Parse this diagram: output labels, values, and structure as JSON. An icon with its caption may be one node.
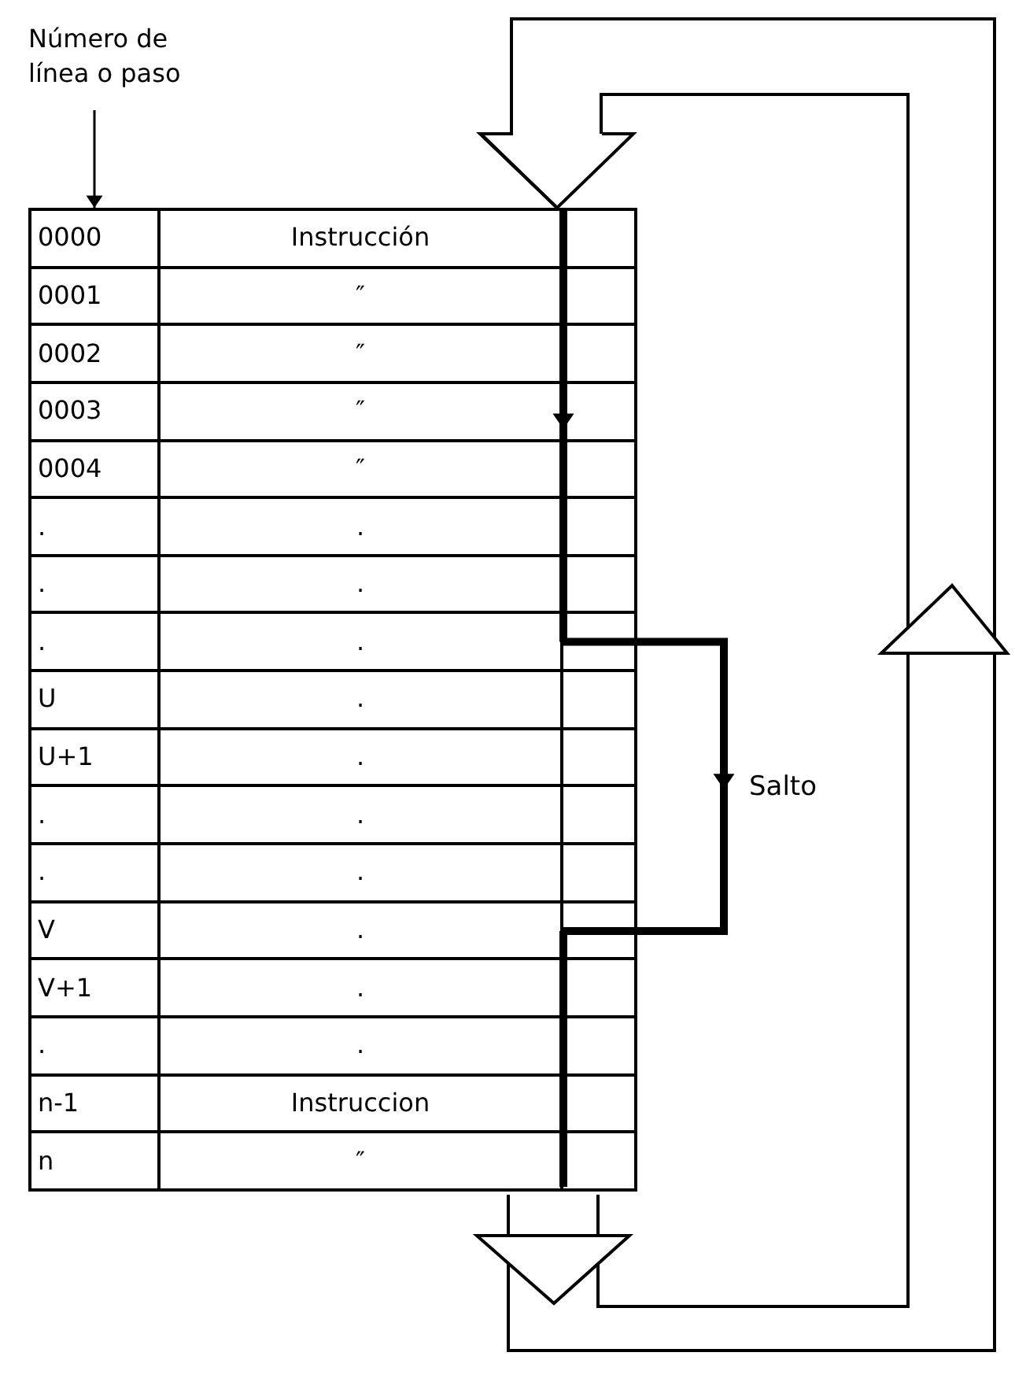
{
  "diagram": {
    "nodes": [
      {
        "text": [
          "Número de línea o paso"
        ]
      },
      {
        "text": [],
        "shape": "box"
      },
      {
        "text": [
          "0000",
          "Instrucción"
        ],
        "in": 1
      },
      {
        "text": [
          "0001",
          "″"
        ],
        "in": 1
      },
      {
        "text": [
          "0002",
          "″"
        ],
        "in": 1
      },
      {
        "text": [
          "0003",
          "″"
        ],
        "in": 1
      },
      {
        "text": [
          "0004",
          "″"
        ],
        "in": 1
      },
      {
        "text": [
          ".",
          "."
        ],
        "in": 1
      },
      {
        "text": [
          ".",
          "."
        ],
        "in": 1
      },
      {
        "text": [
          ".",
          "."
        ],
        "in": 1
      },
      {
        "text": [
          "U",
          "."
        ],
        "in": 1
      },
      {
        "text": [
          "U+1",
          "."
        ],
        "in": 1
      },
      {
        "text": [
          ".",
          "."
        ],
        "in": 1
      },
      {
        "text": [
          ".",
          "."
        ],
        "in": 1
      },
      {
        "text": [
          "V",
          "."
        ],
        "in": 1
      },
      {
        "text": [
          "V+1",
          "."
        ],
        "in": 1
      },
      {
        "text": [
          ".",
          "."
        ],
        "in": 1
      },
      {
        "text": [
          "n-1",
          "Instruccion"
        ],
        "in": 1
      },
      {
        "text": [
          "n",
          "″"
        ],
        "in": 1
      }
    ],
    "edges": [
      {
        "from": 0,
        "to": 2,
        "arrow": "to"
      },
      {
        "from": 18,
        "to": 2,
        "arrow": "to"
      },
      {
        "from": 2,
        "to": 9,
        "arrow": "to"
      },
      {
        "from": 9,
        "to": 14,
        "arrow": "to",
        "label": "Salto"
      },
      {
        "from": 14,
        "to": 18,
        "arrow": "none"
      }
    ]
  }
}
